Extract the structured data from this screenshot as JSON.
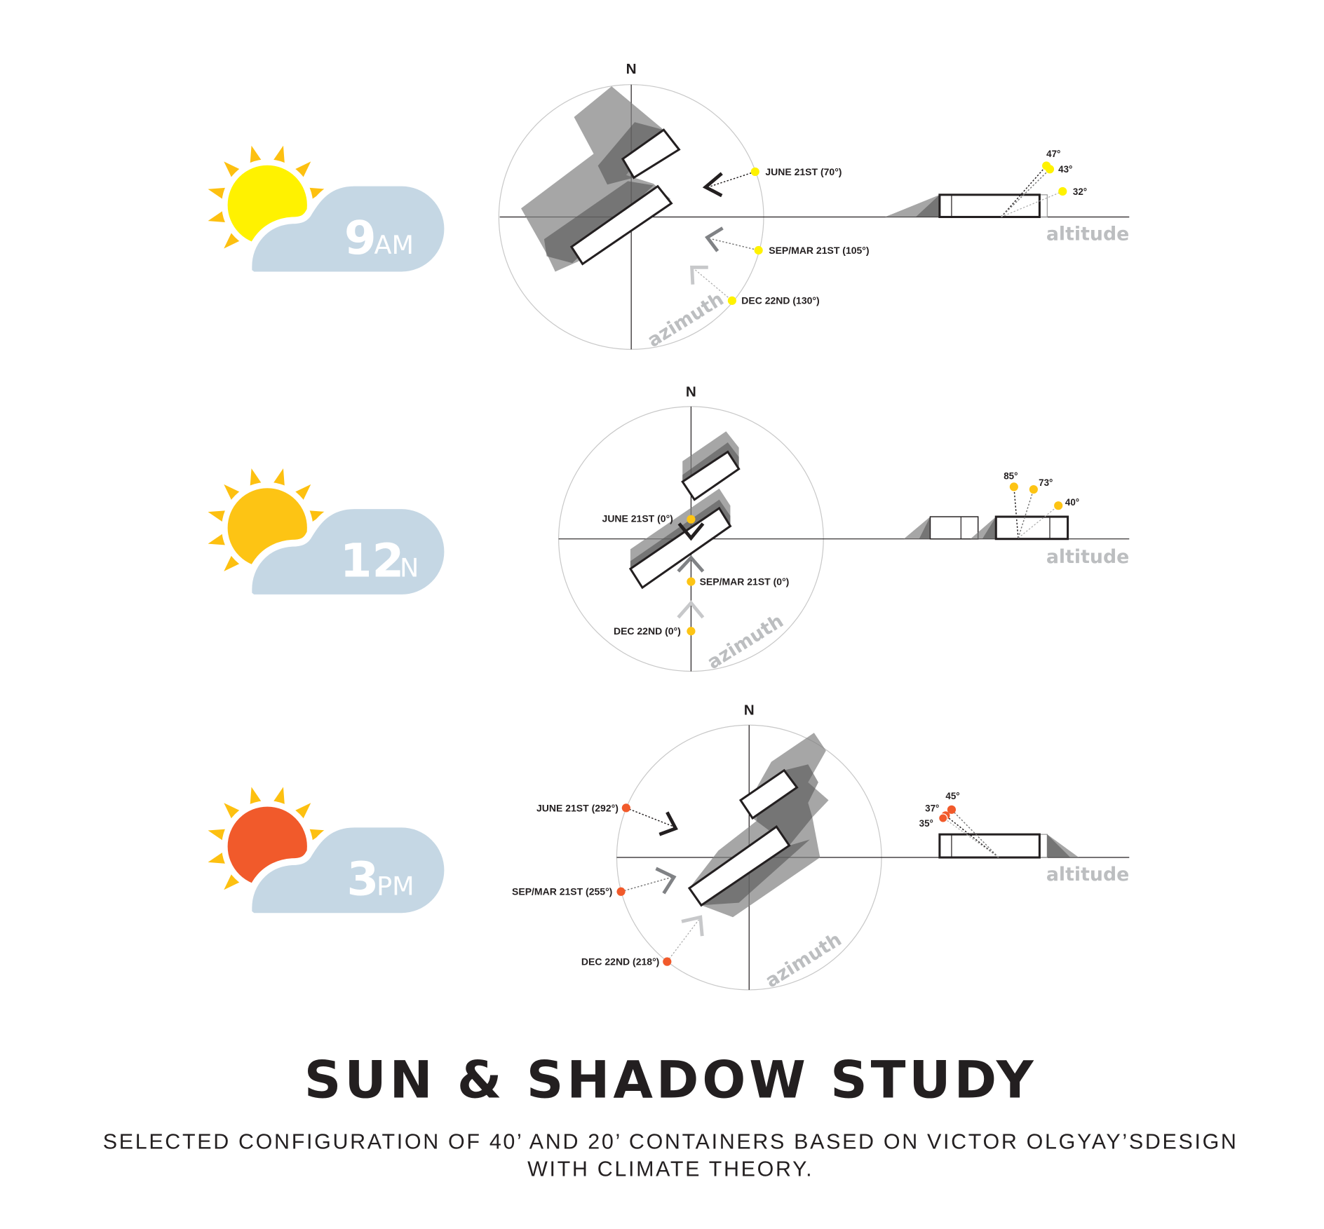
{
  "colors": {
    "sun_9am": "#fff200",
    "sun_12n": "#fdc414",
    "sun_3pm": "#f15a2b",
    "rays": "#fdc010",
    "cloud": "#c5d7e4"
  },
  "compass_label": "N",
  "azimuth_label": "azimuth",
  "altitude_label": "altitude",
  "rows": [
    {
      "time": "9",
      "suffix": "AM",
      "azimuth": {
        "june": "JUNE 21ST (70°)",
        "sepmar": "SEP/MAR 21ST (105°)",
        "dec": "DEC 22ND (130°)"
      },
      "altitude": {
        "june": "47°",
        "sepmar": "43°",
        "dec": "32°"
      }
    },
    {
      "time": "12",
      "suffix": "N",
      "azimuth": {
        "june": "JUNE 21ST (0°)",
        "sepmar": "SEP/MAR 21ST (0°)",
        "dec": "DEC 22ND (0°)"
      },
      "altitude": {
        "june": "85°",
        "sepmar": "73°",
        "dec": "40°"
      }
    },
    {
      "time": "3",
      "suffix": "PM",
      "azimuth": {
        "june": "JUNE 21ST (292°)",
        "sepmar": "SEP/MAR 21ST (255°)",
        "dec": "DEC 22ND (218°)"
      },
      "altitude": {
        "june": "45°",
        "sepmar": "37°",
        "dec": "35°"
      }
    }
  ],
  "title": "SUN & SHADOW STUDY",
  "subtitle_line1": "SELECTED CONFIGURATION OF 40’ AND 20’ CONTAINERS BASED ON VICTOR OLGYAY’SDESIGN",
  "subtitle_line2": "WITH CLIMATE THEORY."
}
